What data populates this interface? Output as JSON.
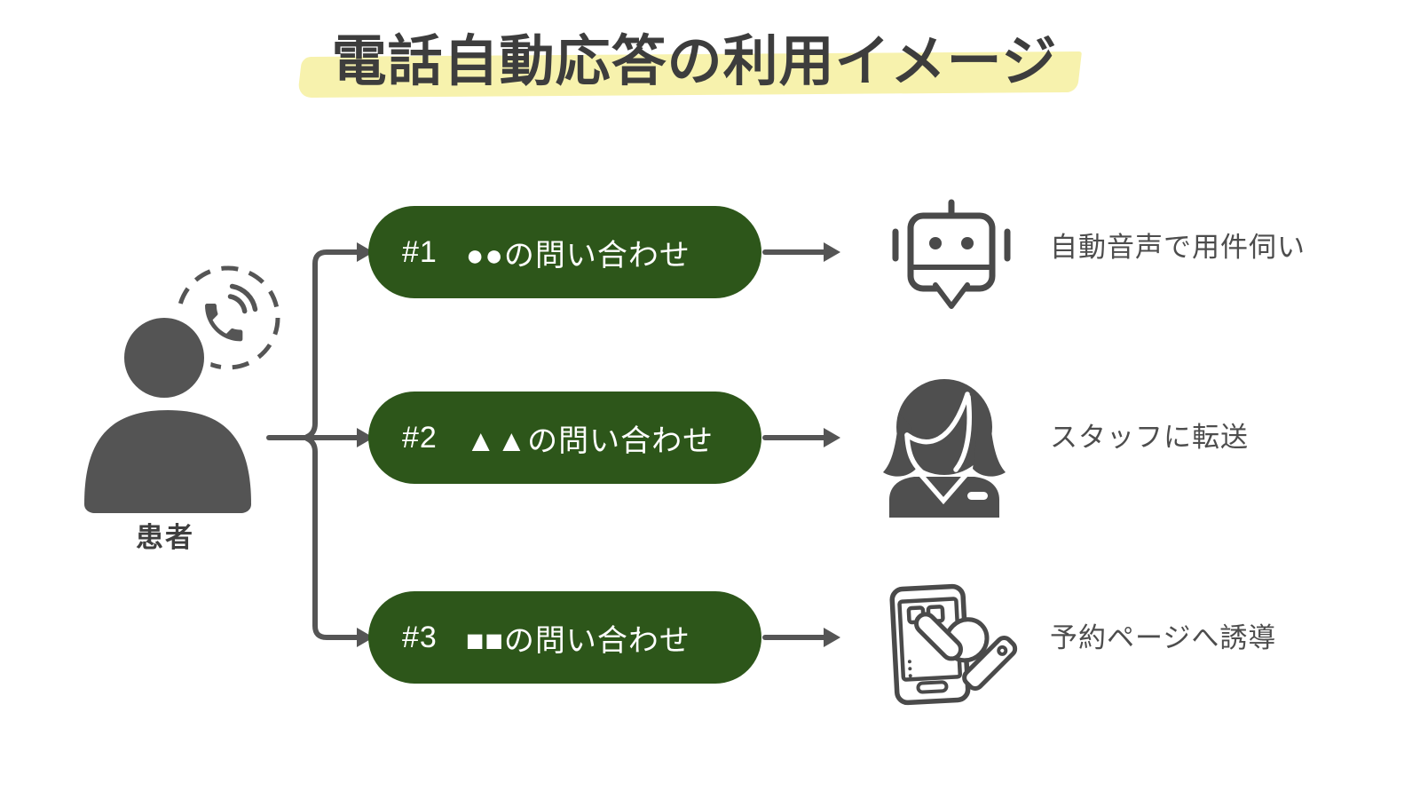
{
  "title": "電話自動応答の利用イメージ",
  "caller": {
    "label": "患者",
    "icon": "person-silhouette-icon",
    "badge_icon": "phone-call-icon"
  },
  "flow": {
    "rows": [
      {
        "num": "#1",
        "inquiry": "●●の問い合わせ",
        "outcome": "自動音声で用件伺い",
        "icon": "robot-chatbot-icon"
      },
      {
        "num": "#2",
        "inquiry": "▲▲の問い合わせ",
        "outcome": "スタッフに転送",
        "icon": "receptionist-icon"
      },
      {
        "num": "#3",
        "inquiry": "■■の問い合わせ",
        "outcome": "予約ページへ誘導",
        "icon": "smartphone-tap-icon"
      }
    ]
  },
  "colors": {
    "pill_green": "#2D561A",
    "highlight_yellow": "#F7F2AD",
    "ink_gray": "#4D4D4D",
    "line_gray": "#555555",
    "pill_text": "#FFFFFF"
  }
}
